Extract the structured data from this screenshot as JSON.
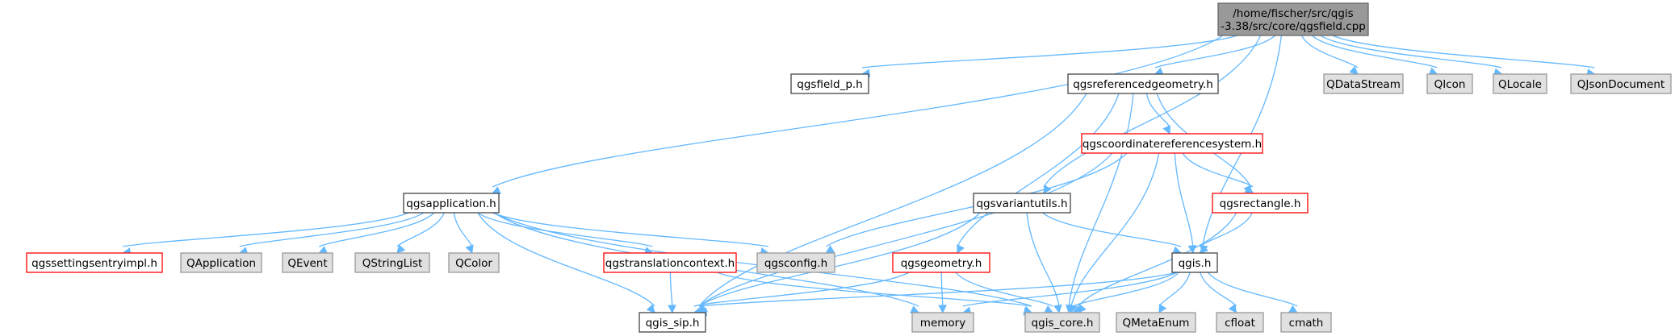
{
  "colors": {
    "edge": "#63b8ff",
    "root_fill": "#999999",
    "plain_border": "#444444",
    "red_border": "#ff0000",
    "external_fill": "#e0e0e0"
  },
  "nodes": [
    {
      "id": "root",
      "kind": "root",
      "lines": [
        "/home/fischer/src/qgis",
        "-3.38/src/core/qgsfield.cpp"
      ]
    },
    {
      "id": "qgsfield_p",
      "kind": "plain",
      "lines": [
        "qgsfield_p.h"
      ]
    },
    {
      "id": "qgsreferencedgeometry",
      "kind": "plain",
      "lines": [
        "qgsreferencedgeometry.h"
      ]
    },
    {
      "id": "QDataStream",
      "kind": "grey",
      "lines": [
        "QDataStream"
      ]
    },
    {
      "id": "QIcon",
      "kind": "grey",
      "lines": [
        "QIcon"
      ]
    },
    {
      "id": "QLocale",
      "kind": "grey",
      "lines": [
        "QLocale"
      ]
    },
    {
      "id": "QJsonDocument",
      "kind": "grey",
      "lines": [
        "QJsonDocument"
      ]
    },
    {
      "id": "qgscrs",
      "kind": "red",
      "lines": [
        "qgscoordinatereferencesystem.h"
      ]
    },
    {
      "id": "qgsapplication",
      "kind": "plain",
      "lines": [
        "qgsapplication.h"
      ]
    },
    {
      "id": "qgsvariantutils",
      "kind": "plain",
      "lines": [
        "qgsvariantutils.h"
      ]
    },
    {
      "id": "qgsrectangle",
      "kind": "red",
      "lines": [
        "qgsrectangle.h"
      ]
    },
    {
      "id": "qgssettingsentryimpl",
      "kind": "red",
      "lines": [
        "qgssettingsentryimpl.h"
      ]
    },
    {
      "id": "QApplication",
      "kind": "grey",
      "lines": [
        "QApplication"
      ]
    },
    {
      "id": "QEvent",
      "kind": "grey",
      "lines": [
        "QEvent"
      ]
    },
    {
      "id": "QStringList",
      "kind": "grey",
      "lines": [
        "QStringList"
      ]
    },
    {
      "id": "QColor",
      "kind": "grey",
      "lines": [
        "QColor"
      ]
    },
    {
      "id": "qgstranslationcontext",
      "kind": "red",
      "lines": [
        "qgstranslationcontext.h"
      ]
    },
    {
      "id": "qgsconfig",
      "kind": "grey",
      "lines": [
        "qgsconfig.h"
      ]
    },
    {
      "id": "qgsgeometry",
      "kind": "red",
      "lines": [
        "qgsgeometry.h"
      ]
    },
    {
      "id": "qgis",
      "kind": "plain",
      "lines": [
        "qgis.h"
      ]
    },
    {
      "id": "qgis_sip",
      "kind": "plain",
      "lines": [
        "qgis_sip.h"
      ]
    },
    {
      "id": "memory",
      "kind": "grey",
      "lines": [
        "memory"
      ]
    },
    {
      "id": "qgis_core",
      "kind": "grey",
      "lines": [
        "qgis_core.h"
      ]
    },
    {
      "id": "QMetaEnum",
      "kind": "grey",
      "lines": [
        "QMetaEnum"
      ]
    },
    {
      "id": "cfloat",
      "kind": "grey",
      "lines": [
        "cfloat"
      ]
    },
    {
      "id": "cmath",
      "kind": "grey",
      "lines": [
        "cmath"
      ]
    }
  ],
  "edges": [
    [
      "root",
      "qgsfield_p"
    ],
    [
      "root",
      "qgsreferencedgeometry"
    ],
    [
      "root",
      "QDataStream"
    ],
    [
      "root",
      "QIcon"
    ],
    [
      "root",
      "QLocale"
    ],
    [
      "root",
      "QJsonDocument"
    ],
    [
      "root",
      "qgsapplication"
    ],
    [
      "root",
      "qgsvariantutils"
    ],
    [
      "root",
      "qgis"
    ],
    [
      "qgsreferencedgeometry",
      "qgscrs"
    ],
    [
      "qgsreferencedgeometry",
      "qgsrectangle"
    ],
    [
      "qgsreferencedgeometry",
      "qgsgeometry"
    ],
    [
      "qgsreferencedgeometry",
      "qgis_core"
    ],
    [
      "qgsreferencedgeometry",
      "qgis_sip"
    ],
    [
      "qgscrs",
      "qgsrectangle"
    ],
    [
      "qgscrs",
      "qgis"
    ],
    [
      "qgscrs",
      "qgsconfig"
    ],
    [
      "qgscrs",
      "qgis_core"
    ],
    [
      "qgscrs",
      "qgis_sip"
    ],
    [
      "qgsapplication",
      "qgssettingsentryimpl"
    ],
    [
      "qgsapplication",
      "QApplication"
    ],
    [
      "qgsapplication",
      "QEvent"
    ],
    [
      "qgsapplication",
      "QStringList"
    ],
    [
      "qgsapplication",
      "QColor"
    ],
    [
      "qgsapplication",
      "qgstranslationcontext"
    ],
    [
      "qgsapplication",
      "qgsconfig"
    ],
    [
      "qgsapplication",
      "memory"
    ],
    [
      "qgsapplication",
      "qgis_core"
    ],
    [
      "qgsapplication",
      "qgis_sip"
    ],
    [
      "qgsvariantutils",
      "qgis"
    ],
    [
      "qgsvariantutils",
      "qgis_core"
    ],
    [
      "qgsvariantutils",
      "qgis_sip"
    ],
    [
      "qgsrectangle",
      "qgis"
    ],
    [
      "qgsrectangle",
      "qgis_core"
    ],
    [
      "qgstranslationcontext",
      "qgis_sip"
    ],
    [
      "qgstranslationcontext",
      "qgis_core"
    ],
    [
      "qgsgeometry",
      "qgis_sip"
    ],
    [
      "qgsgeometry",
      "memory"
    ],
    [
      "qgsgeometry",
      "qgis_core"
    ],
    [
      "qgis",
      "qgis_sip"
    ],
    [
      "qgis",
      "memory"
    ],
    [
      "qgis",
      "qgis_core"
    ],
    [
      "qgis",
      "QMetaEnum"
    ],
    [
      "qgis",
      "cfloat"
    ],
    [
      "qgis",
      "cmath"
    ]
  ]
}
